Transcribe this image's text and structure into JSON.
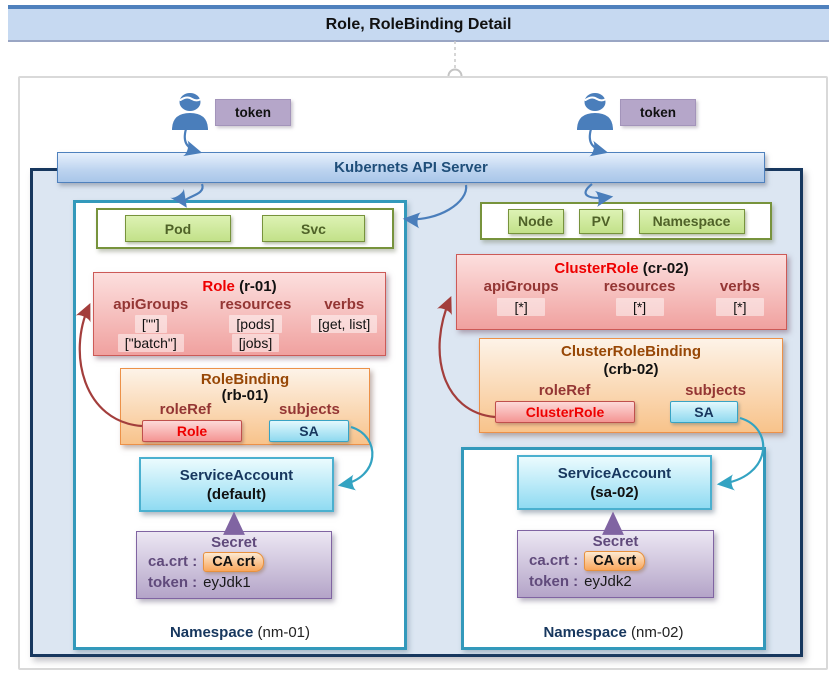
{
  "banner": {
    "title": "Role, RoleBinding Detail"
  },
  "api_server": {
    "label": "Kubernets API Server"
  },
  "actors": {
    "left_token": "token",
    "right_token": "token"
  },
  "cluster_resources": {
    "left": [
      "Pod",
      "Svc"
    ],
    "right": [
      "Node",
      "PV",
      "Namespace"
    ]
  },
  "role": {
    "title": "Role",
    "id": "(r-01)",
    "headers": [
      "apiGroups",
      "resources",
      "verbs"
    ],
    "row1": [
      "[\"\"]",
      "[pods]",
      "[get, list]"
    ],
    "row2": [
      "[\"batch\"]",
      "[jobs]"
    ]
  },
  "rolebinding": {
    "title": "RoleBinding",
    "id": "(rb-01)",
    "roleref_label": "roleRef",
    "subjects_label": "subjects",
    "roleref_chip": "Role",
    "subjects_chip": "SA"
  },
  "serviceaccount_left": {
    "title": "ServiceAccount",
    "name": "(default)"
  },
  "secret_left": {
    "title": "Secret",
    "cacrt_label": "ca.crt :",
    "cacrt_value": "CA crt",
    "token_label": "token :",
    "token_value": "eyJdk1"
  },
  "namespace_left": {
    "label": "Namespace",
    "id": "(nm-01)"
  },
  "clusterrole": {
    "title": "ClusterRole",
    "id": "(cr-02)",
    "headers": [
      "apiGroups",
      "resources",
      "verbs"
    ],
    "row1": [
      "[*]",
      "[*]",
      "[*]"
    ]
  },
  "clusterrolebinding": {
    "title": "ClusterRoleBinding",
    "id": "(crb-02)",
    "roleref_label": "roleRef",
    "subjects_label": "subjects",
    "roleref_chip": "ClusterRole",
    "subjects_chip": "SA"
  },
  "serviceaccount_right": {
    "title": "ServiceAccount",
    "name": "(sa-02)"
  },
  "secret_right": {
    "title": "Secret",
    "cacrt_label": "ca.crt :",
    "cacrt_value": "CA crt",
    "token_label": "token :",
    "token_value": "eyJdk2"
  },
  "namespace_right": {
    "label": "Namespace",
    "id": "(nm-02)"
  },
  "colors": {
    "accent_blue": "#4a7ebb",
    "accent_red": "#c0504d",
    "accent_teal": "#3399bb",
    "accent_green": "#77933c",
    "accent_orange": "#f79646",
    "accent_purple": "#8064a2",
    "title_bg": "#c6d9f1",
    "main_bg": "#dce6f2"
  }
}
